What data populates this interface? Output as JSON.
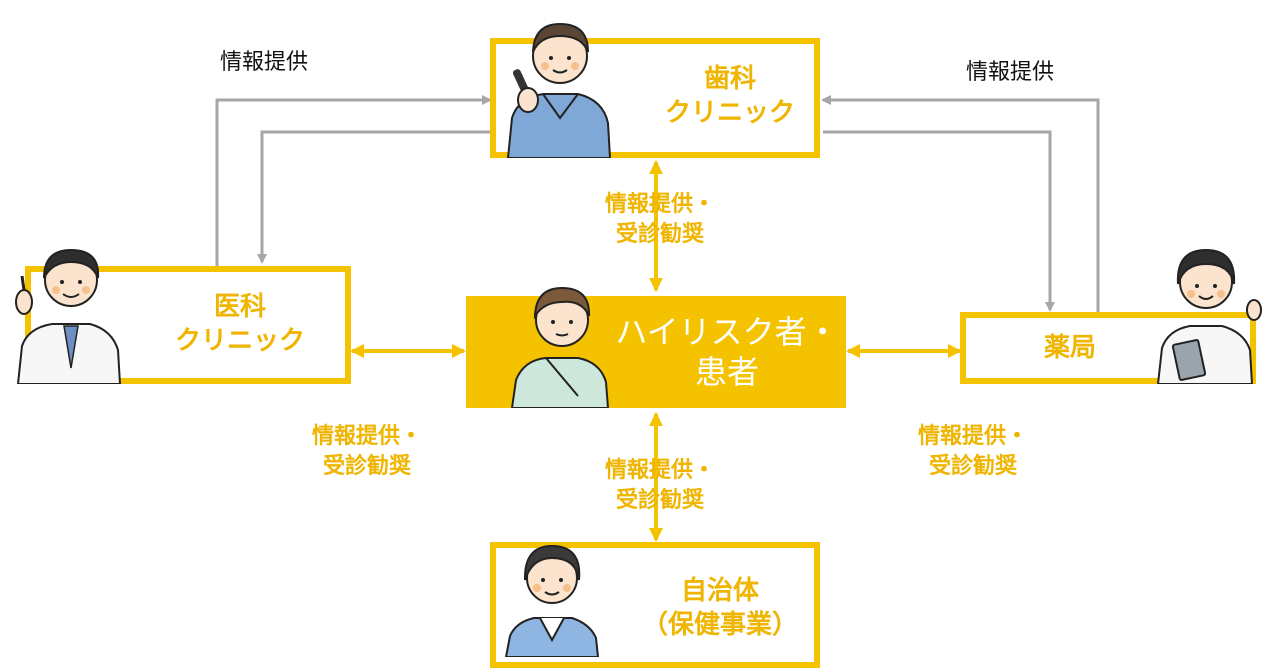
{
  "nodes": {
    "dental": {
      "line1": "歯科",
      "line2": "クリニック"
    },
    "medical": {
      "line1": "医科",
      "line2": "クリニック"
    },
    "patient": {
      "line1": "ハイリスク者・",
      "line2": "患者"
    },
    "pharmacy": {
      "line1": "薬局"
    },
    "municipality": {
      "line1": "自治体",
      "line2": "（保健事業）"
    }
  },
  "edges": {
    "info_only_left": "情報提供",
    "info_only_right": "情報提供",
    "dental_patient": {
      "line1": "情報提供・",
      "line2": "受診勧奨"
    },
    "medical_patient": {
      "line1": "情報提供・",
      "line2": "受診勧奨"
    },
    "pharmacy_patient": {
      "line1": "情報提供・",
      "line2": "受診勧奨"
    },
    "municipality_patient": {
      "line1": "情報提供・",
      "line2": "受診勧奨"
    }
  },
  "colors": {
    "accent": "#F5C200",
    "text_accent": "#EFB500",
    "gray_arrow": "#A6A6A6"
  }
}
